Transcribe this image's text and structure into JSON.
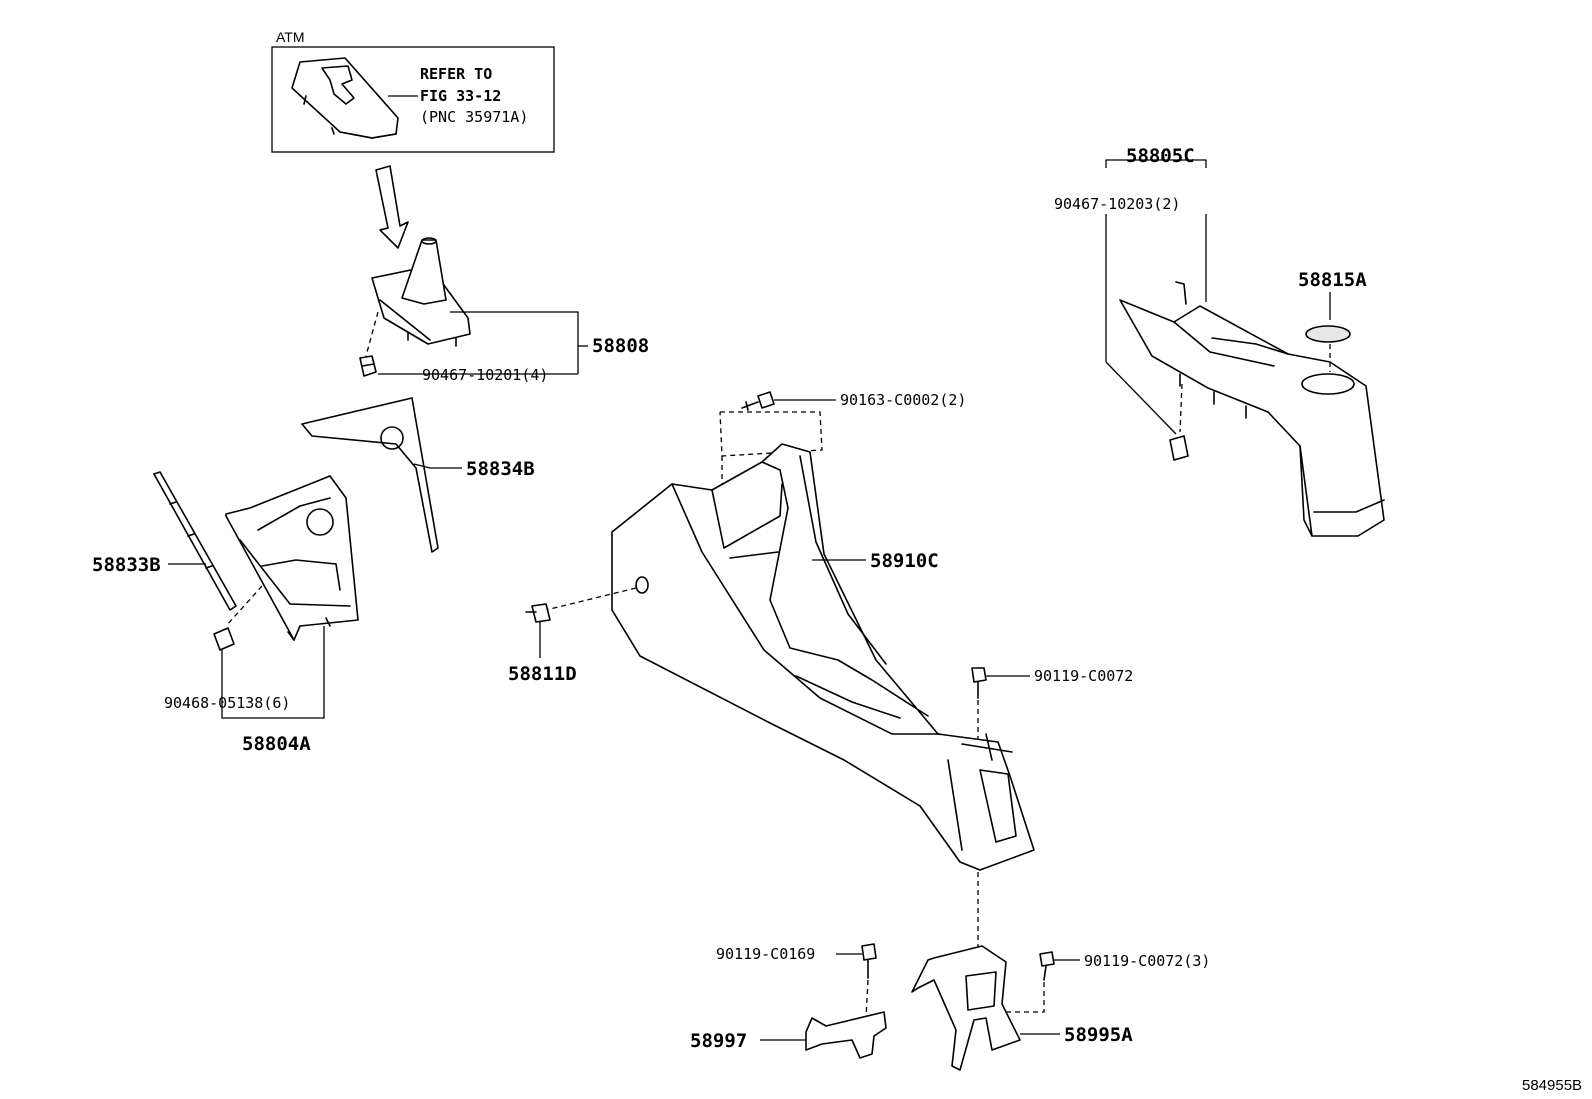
{
  "inset": {
    "header": "ATM",
    "refer_line1": "REFER TO",
    "refer_line2": "FIG 33-12",
    "refer_line3": "(PNC 35971A)"
  },
  "labels": {
    "p58808": "58808",
    "p90467_10201": "90467-10201(4)",
    "p58834B": "58834B",
    "p58833B": "58833B",
    "p90468_05138": "90468-05138(6)",
    "p58804A": "58804A",
    "p90163_C0002": "90163-C0002(2)",
    "p58910C": "58910C",
    "p58811D": "58811D",
    "p90119_C0072": "90119-C0072",
    "p90119_C0169": "90119-C0169",
    "p90119_C0072_3": "90119-C0072(3)",
    "p58997": "58997",
    "p58995A": "58995A",
    "p58805C": "58805C",
    "p90467_10203": "90467-10203(2)",
    "p58815A": "58815A"
  },
  "diagram_id": "584955B"
}
